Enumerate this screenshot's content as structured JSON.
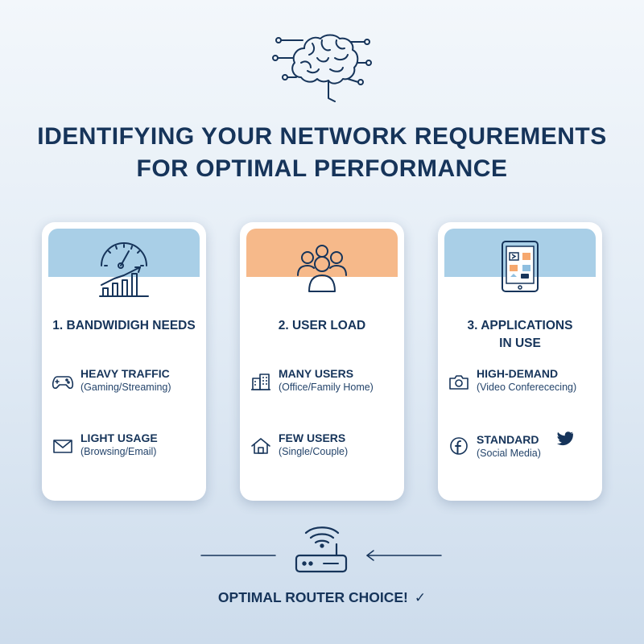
{
  "title": {
    "line1": "IDENTIFYING YOUR NETWORK REQUREMENTS",
    "line2": "FOR OPTIMAL PERFORMANCE"
  },
  "cards": [
    {
      "heading": "1. BANDWIDIGH NEEDS",
      "band_color": "#a9cfe7",
      "hero_icon": "speedometer-icon",
      "items": [
        {
          "icon": "gamepad-icon",
          "title": "HEAVY TRAFFIC",
          "sub": "(Gaming/Streaming)"
        },
        {
          "icon": "envelope-icon",
          "title": "LIGHT USAGE",
          "sub": "(Browsing/Email)"
        }
      ]
    },
    {
      "heading": "2. USER LOAD",
      "band_color": "#f6b98a",
      "hero_icon": "users-group-icon",
      "items": [
        {
          "icon": "office-building-icon",
          "title": "MANY USERS",
          "sub": "(Office/Family Home)"
        },
        {
          "icon": "house-icon",
          "title": "FEW USERS",
          "sub": "(Single/Couple)"
        }
      ]
    },
    {
      "heading_line1": "3. APPLICATIONS",
      "heading_line2": "IN USE",
      "band_color": "#a9cfe7",
      "hero_icon": "tablet-apps-icon",
      "items": [
        {
          "icon": "camera-icon",
          "title": "HIGH-DEMAND",
          "sub": "(Video Conferececing)"
        },
        {
          "icon": "facebook-icon",
          "title": "STANDARD",
          "sub": "(Social Media)",
          "extra_icon": "twitter-bird-icon"
        }
      ]
    }
  ],
  "footer": {
    "label": "OPTIMAL ROUTER CHOICE!",
    "check": "✓",
    "icon": "wifi-router-icon"
  },
  "colors": {
    "navy": "#16345a",
    "blue_band": "#a9cfe7",
    "orange_band": "#f6b98a"
  }
}
